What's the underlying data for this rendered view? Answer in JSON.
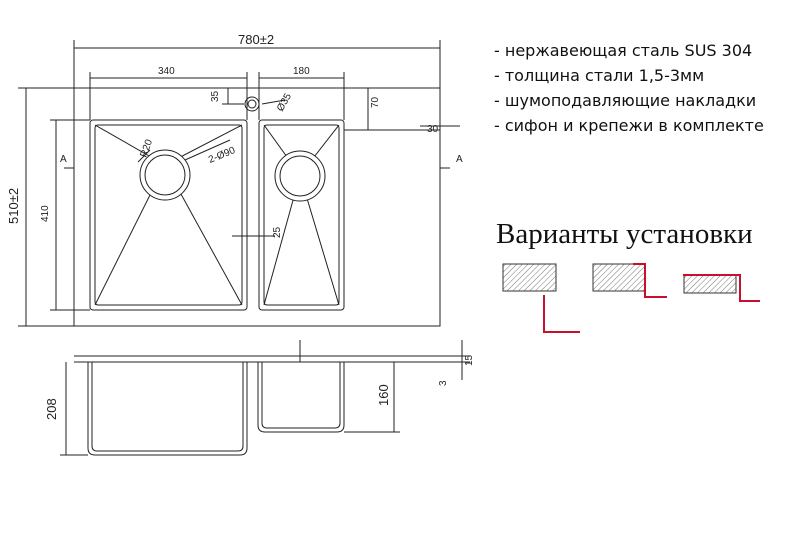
{
  "specs": [
    "- нержавеющая сталь SUS 304",
    "- толщина стали 1,5-3мм",
    "- шумоподавляющие накладки",
    "- сифон и крепежи в комплекте"
  ],
  "install_title": "Варианты установки",
  "dimensions": {
    "overall_width": "780±2",
    "overall_depth": "510±2",
    "left_bowl_width": "340",
    "right_bowl_width": "180",
    "tap_hole_offset": "35",
    "tap_hole_diameter": "Ø35",
    "right_bowl_offset": "70",
    "side_margin": "30",
    "corner_radius": "R20",
    "drain_diameter": "2-Ø90",
    "bowl_gap": "25",
    "bowl_length": "410",
    "section_marker_left": "A",
    "section_marker_right": "A",
    "deck_height": "15",
    "flange_thickness": "3",
    "main_bowl_depth": "208",
    "small_bowl_depth": "160"
  },
  "accent_color": "#c8102e"
}
